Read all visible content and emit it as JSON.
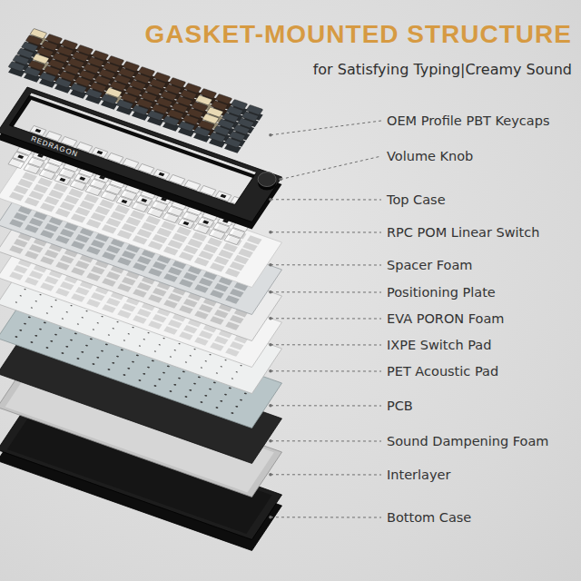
{
  "diagram": {
    "title": "GASKET-MOUNTED STRUCTURE",
    "caption": "for Satisfying Typing|Creamy Sound",
    "labels": [
      "OEM Profile PBT Keycaps",
      "Volume Knob",
      "Top Case",
      "RPC POM Linear Switch",
      "Spacer Foam",
      "Positioning Plate",
      "EVA PORON Foam",
      "IXPE Switch Pad",
      "PET Acoustic Pad",
      "PCB",
      "Sound Dampening Foam",
      "Interlayer",
      "Bottom Case",
      "REDRAGON"
    ]
  }
}
